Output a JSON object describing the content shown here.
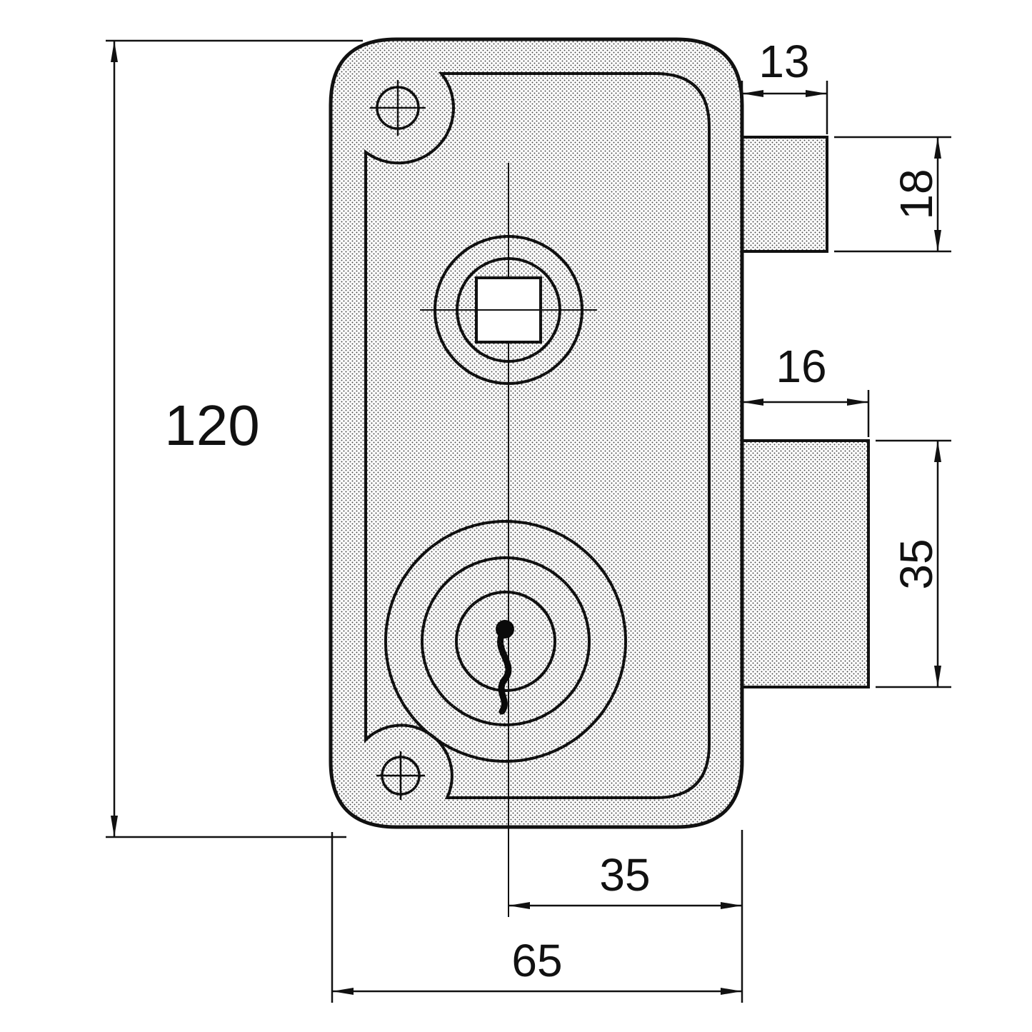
{
  "drawing": {
    "title": "Rim door lock - dimensioned technical drawing",
    "type": "engineering-diagram",
    "line_color": "#111111",
    "background_color": "#ffffff",
    "hatch_dot_color": "#4a4a4a",
    "dims": {
      "total_height": "120",
      "total_width": "65",
      "latch_projection": "13",
      "latch_height": "18",
      "bolt_projection": "16",
      "bolt_height": "35",
      "cylinder_to_edge": "35"
    }
  }
}
